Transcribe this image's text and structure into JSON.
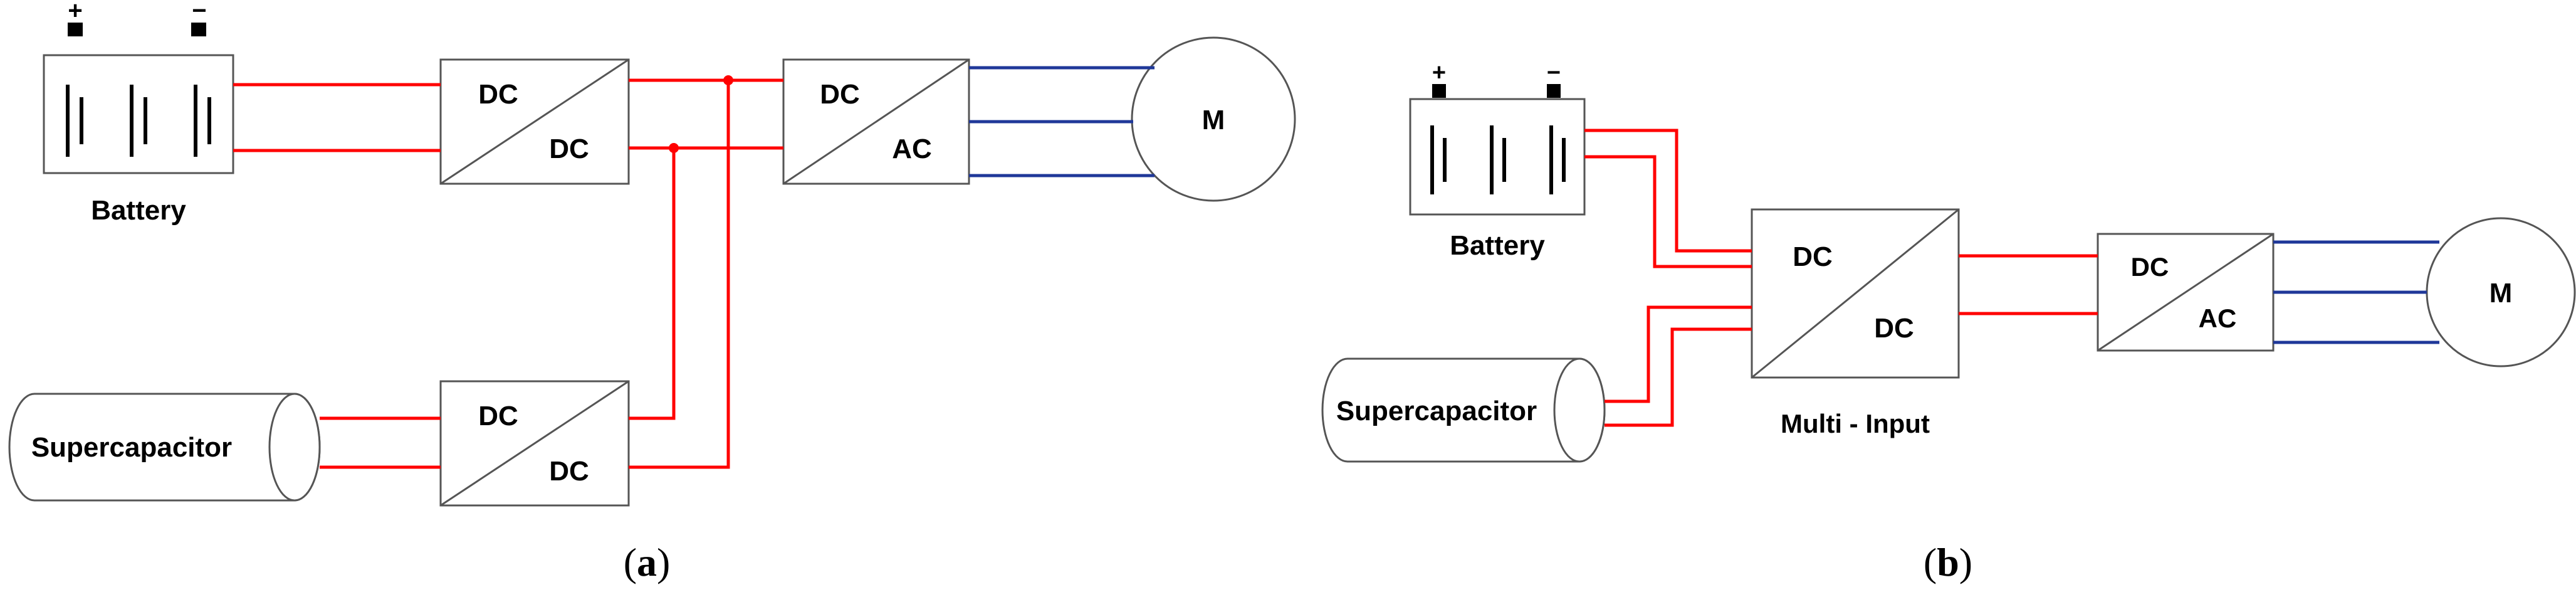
{
  "panel_a": {
    "battery": {
      "label": "Battery",
      "plus": "+",
      "minus": "−"
    },
    "dcdc_top": {
      "in": "DC",
      "out": "DC"
    },
    "dcac": {
      "in": "DC",
      "out": "AC"
    },
    "motor": "M",
    "supercap": "Supercapacitor",
    "dcdc_bottom": {
      "in": "DC",
      "out": "DC"
    },
    "caption_open": "(",
    "caption_letter": "a",
    "caption_close": ")"
  },
  "panel_b": {
    "battery": {
      "label": "Battery",
      "plus": "+",
      "minus": "−"
    },
    "supercap": "Supercapacitor",
    "multi": {
      "in": "DC",
      "out": "DC",
      "label": "Multi - Input"
    },
    "dcac": {
      "in": "DC",
      "out": "AC"
    },
    "motor": "M",
    "caption_open": "(",
    "caption_letter": "b",
    "caption_close": ")"
  },
  "colors": {
    "dc_wire": "#ff0000",
    "ac_wire": "#1f3899",
    "outline": "#555555"
  }
}
